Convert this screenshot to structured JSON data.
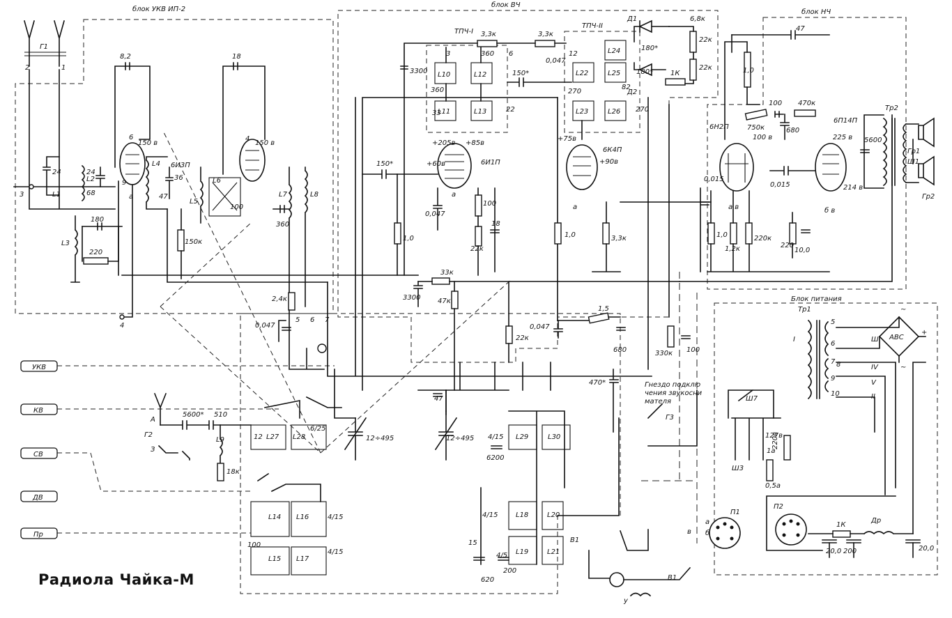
{
  "title": "Радиола Чайка-М",
  "blocks": {
    "ukv": "блок УКВ ИП-2",
    "vch": "блок ВЧ",
    "nch": "блок НЧ",
    "power": "Блок питания"
  },
  "bands": [
    "УКВ",
    "КВ",
    "СВ",
    "ДВ",
    "Пр"
  ],
  "tubes": {
    "ukv": "6И3П",
    "mixer": "6И1П",
    "if_amp": "6К4П",
    "preamp": "6Н2П",
    "output": "6П14П"
  },
  "transformers": {
    "if1": "ТПЧ-I",
    "if2": "ТПЧ-II",
    "out": "Тр2",
    "power": "Тр1"
  },
  "labels": {
    "jack": "Гнездо подключения звукоснимателя",
    "rectifier": "АВС",
    "choke": "Др",
    "antenna": "А",
    "ground": "З"
  }
}
